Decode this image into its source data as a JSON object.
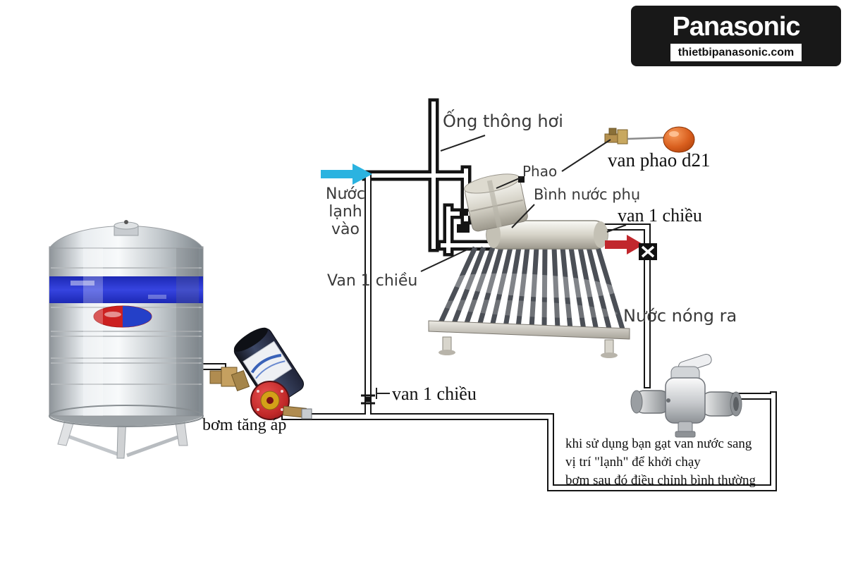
{
  "brand": {
    "name": "Panasonic",
    "website": "thietbipanasonic.com"
  },
  "labels": {
    "vent_pipe": "Ống thông hơi",
    "float": "Phao",
    "float_valve": "van phao d21",
    "aux_tank": "Bình nước phụ",
    "check_valve_hot": "van 1 chiều",
    "cold_water_in": "Nước lạnh vào",
    "check_valve_cold_upper": "Van 1 chiều",
    "hot_water_out": "Nước nóng ra",
    "check_valve_cold_lower": "van 1 chiều",
    "booster_pump": "bơm tăng áp"
  },
  "note": {
    "line1": "khi sử dụng bạn gạt van nước sang",
    "line2": "vị trí \"lạnh\" để khởi chạy",
    "line3": "bơm sau đó điều chỉnh bình thường"
  },
  "colors": {
    "cold_arrow": "#2bb3e0",
    "hot_arrow": "#c1272d",
    "pipe": "#141414",
    "float_ball": "#d96820",
    "tank_band": "#2433c8",
    "logo_bg": "#181818"
  }
}
